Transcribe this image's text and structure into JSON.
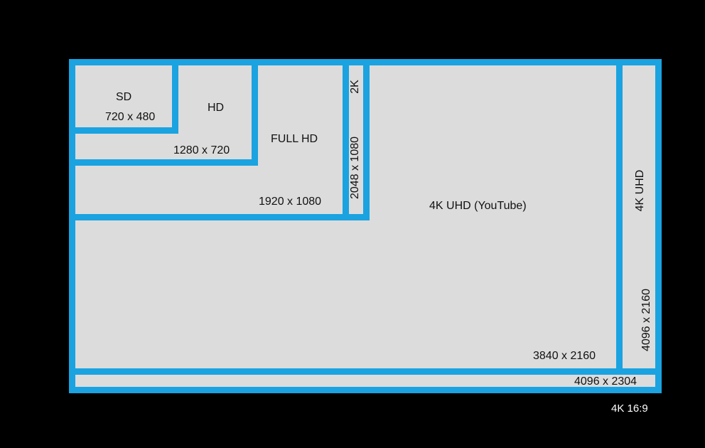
{
  "colors": {
    "background": "#000000",
    "frame": "#1aa3e0",
    "fill": "#dcdcdc",
    "text": "#111111",
    "caption": "#ffffff"
  },
  "formats": {
    "r4096x2304": {
      "dims": "4096 x 2304"
    },
    "uhd4k_cinema": {
      "name": "4K UHD",
      "dims": "4096 x 2160"
    },
    "uhd4k_youtube": {
      "name": "4K UHD (YouTube)",
      "dims": "3840 x 2160"
    },
    "k2": {
      "name": "2K",
      "dims": "2048 x 1080"
    },
    "fullhd": {
      "name": "FULL HD",
      "dims": "1920 x 1080"
    },
    "hd": {
      "name": "HD",
      "dims": "1280 x 720"
    },
    "sd": {
      "name": "SD",
      "dims": "720 x 480"
    }
  },
  "caption": "4K 16:9"
}
